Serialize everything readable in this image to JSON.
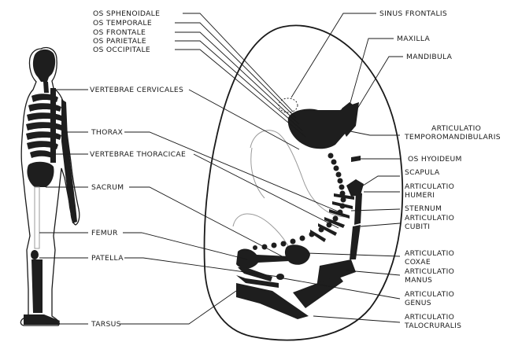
{
  "labels_left": {
    "os_sphenoidale": "OS SPHENOIDALE",
    "os_temporale": "OS TEMPORALE",
    "os_frontale": "OS FRONTALE",
    "os_parietale": "OS PARIETALE",
    "os_occipitale": "OS OCCIPITALE",
    "vertebrae_cervicales": "VERTEBRAE CERVICALES",
    "thorax": "THORAX",
    "vertebrae_thoracicae": "VERTEBRAE THORACICAE",
    "sacrum": "SACRUM",
    "femur": "FEMUR",
    "patella": "PATELLA",
    "tarsus": "TARSUS"
  },
  "labels_right": {
    "sinus_frontalis": "SINUS FRONTALIS",
    "maxilla": "MAXILLA",
    "mandibula": "MANDIBULA",
    "art_temporomand_1": "ARTICULATIO",
    "art_temporomand_2": "TEMPOROMANDIBULARIS",
    "os_hyoideum": "OS HYOIDEUM",
    "scapula": "SCAPULA",
    "art_humeri_1": "ARTICULATIO",
    "art_humeri_2": "HUMERI",
    "sternum": "STERNUM",
    "art_cubiti_1": "ARTICULATIO",
    "art_cubiti_2": "CUBITI",
    "art_coxae_1": "ARTICULATIO",
    "art_coxae_2": "COXAE",
    "art_manus_1": "ARTICULATIO",
    "art_manus_2": "MANUS",
    "art_genus_1": "ARTICULATIO",
    "art_genus_2": "GENUS",
    "art_talocrur_1": "ARTICULATIO",
    "art_talocrur_2": "TALOCRURALIS"
  }
}
